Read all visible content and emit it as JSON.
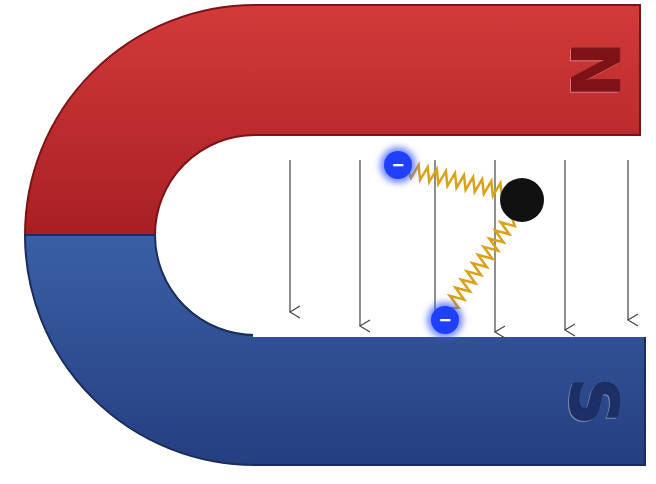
{
  "diagram": {
    "nodes": [
      {
        "text": [
          "−"
        ]
      },
      {
        "text": [
          "−"
        ]
      }
    ],
    "labels": [
      "N",
      "S"
    ]
  }
}
